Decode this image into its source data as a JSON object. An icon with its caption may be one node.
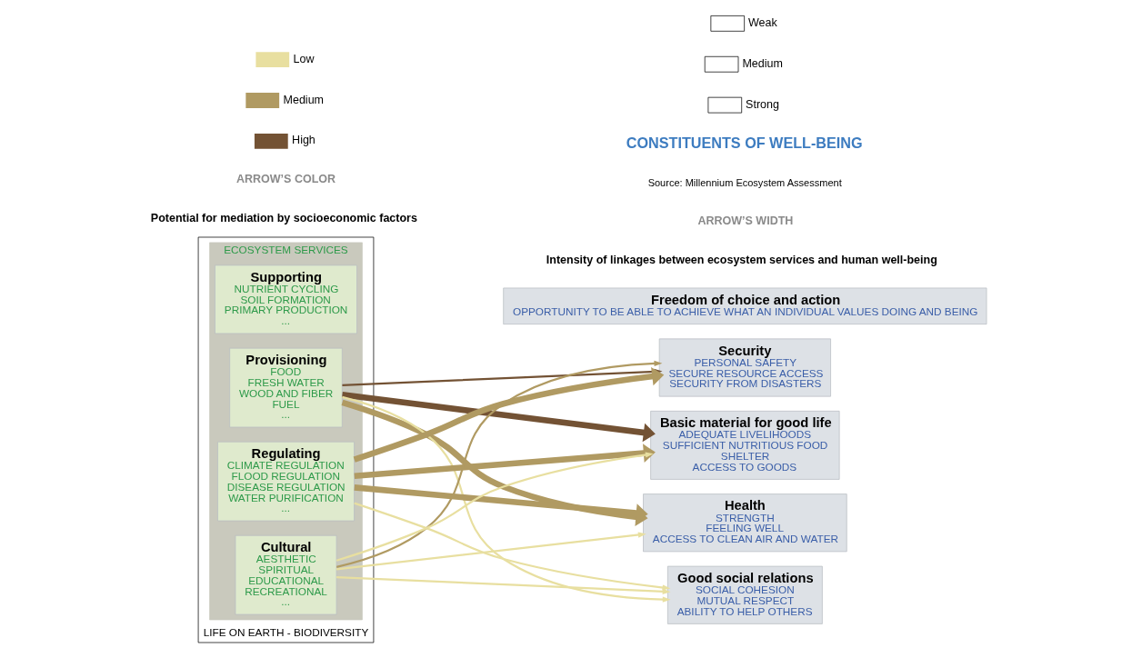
{
  "diagram": {
    "nodes": [
      {
        "text": [
          "LIFE ON EARTH - BIODIVERSITY"
        ]
      },
      {
        "text": [
          "ECOSYSTEM SERVICES"
        ],
        "in": 0
      },
      {
        "text": [
          "Supporting",
          "NUTRIENT CYCLING",
          "SOIL FORMATION",
          "PRIMARY PRODUCTION",
          "..."
        ],
        "in": 1
      },
      {
        "text": [
          "Provisioning",
          "FOOD",
          "FRESH WATER",
          "WOOD AND FIBER",
          "FUEL",
          "..."
        ],
        "in": 1
      },
      {
        "text": [
          "Regulating",
          "CLIMATE REGULATION",
          "FLOOD REGULATION",
          "DISEASE REGULATION",
          "WATER PURIFICATION",
          "..."
        ],
        "in": 1
      },
      {
        "text": [
          "Cultural",
          "AESTHETIC",
          "SPIRITUAL",
          "EDUCATIONAL",
          "RECREATIONAL",
          "..."
        ],
        "in": 1
      },
      {
        "text": [
          "Security",
          "PERSONAL SAFETY",
          "SECURE RESOURCE ACCESS",
          "SECURITY FROM DISASTERS"
        ]
      },
      {
        "text": [
          "Basic material for good life",
          "ADEQUATE LIVELIHOODS",
          "SUFFICIENT NUTRITIOUS FOOD",
          "SHELTER",
          "ACCESS TO GOODS"
        ]
      },
      {
        "text": [
          "Health",
          "STRENGTH",
          "FEELING WELL",
          "ACCESS TO CLEAN AIR AND WATER"
        ]
      },
      {
        "text": [
          "Good social relations",
          "SOCIAL COHESION",
          "MUTUAL RESPECT",
          "ABILITY TO HELP OTHERS"
        ]
      },
      {
        "text": [
          "Freedom of choice and action",
          "OPPORTUNITY TO BE ABLE TO ACHIEVE WHAT AN INDIVIDUAL VALUES DOING AND BEING"
        ]
      }
    ],
    "edges": [
      {
        "from": 3,
        "to": 6,
        "arrow": "to",
        "color": "#735234"
      },
      {
        "from": 3,
        "to": 7,
        "arrow": "to",
        "style": "thick",
        "color": "#735234"
      },
      {
        "from": 3,
        "to": 8,
        "arrow": "to",
        "style": "thick",
        "color": "#b09a62"
      },
      {
        "from": 3,
        "to": 9,
        "arrow": "to",
        "color": "#e8dfa0"
      },
      {
        "from": 4,
        "to": 6,
        "arrow": "to",
        "style": "thick",
        "color": "#b09a62"
      },
      {
        "from": 4,
        "to": 7,
        "arrow": "to",
        "style": "thick",
        "color": "#b09a62"
      },
      {
        "from": 4,
        "to": 8,
        "arrow": "to",
        "style": "thick",
        "color": "#b09a62"
      },
      {
        "from": 4,
        "to": 9,
        "arrow": "to",
        "color": "#e8dfa0"
      },
      {
        "from": 5,
        "to": 6,
        "arrow": "to",
        "color": "#b09a62"
      },
      {
        "from": 5,
        "to": 7,
        "arrow": "to",
        "color": "#e8dfa0"
      },
      {
        "from": 5,
        "to": 8,
        "arrow": "to",
        "color": "#e8dfa0"
      },
      {
        "from": 5,
        "to": 9,
        "arrow": "to",
        "color": "#e8dfa0"
      }
    ],
    "labels": [
      "CONSTITUENTS OF WELL-BEING",
      "Source: Millennium Ecosystem Assessment",
      "ARROW’S COLOR",
      "Potential for mediation by socioeconomic factors",
      "ARROW’S WIDTH",
      "Intensity of linkages between ecosystem services and human well-being"
    ],
    "legend": [
      {
        "text": "Low",
        "color": "#e8dfa0"
      },
      {
        "text": "Medium",
        "color": "#b09a62"
      },
      {
        "text": "High",
        "color": "#735234"
      },
      {
        "text": "Weak"
      },
      {
        "text": "Medium"
      },
      {
        "text": "Strong"
      }
    ]
  }
}
